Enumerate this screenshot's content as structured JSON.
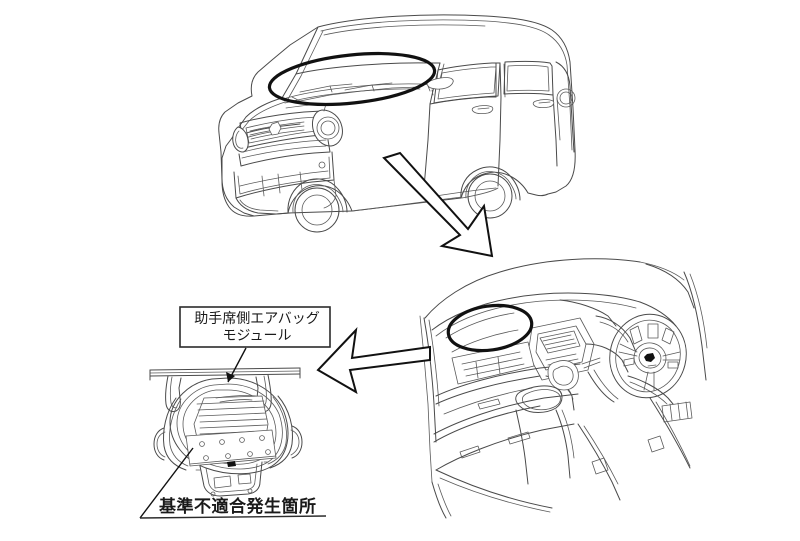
{
  "document": {
    "kind": "technical-illustration",
    "subject": "passenger-side airbag module recall diagram",
    "background_color": "#ffffff",
    "line_color": "#4a4a4a",
    "emphasis_color": "#111111"
  },
  "callout": {
    "module_label_line1": "助手席側エアバッグ",
    "module_label_line2": "モジュール",
    "defect_label": "基準不適合発生箇所"
  },
  "views": {
    "vehicle": {
      "name": "kei-car exterior three-quarter view",
      "highlight": "windshield base / dashboard area"
    },
    "dashboard": {
      "name": "instrument panel interior view",
      "highlight": "passenger-side airbag lid area"
    },
    "module": {
      "name": "airbag module assembly detail",
      "highlight": "inflator mounting plate"
    }
  },
  "annotations": {
    "arrow_1": "vehicle-to-dashboard",
    "arrow_2": "dashboard-to-module",
    "leader_1": "callout-box-to-module",
    "leader_2": "defect-label-to-module-plate"
  }
}
